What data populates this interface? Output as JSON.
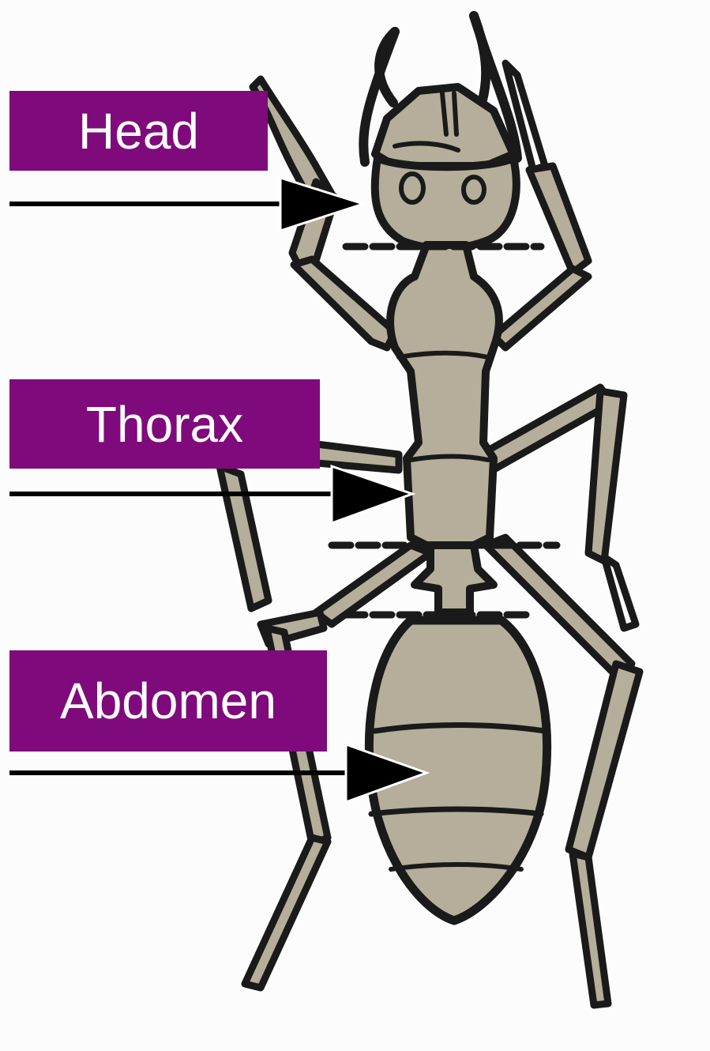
{
  "labels": {
    "head": "Head",
    "thorax": "Thorax",
    "abdomen": "Abdomen"
  },
  "colors": {
    "label_background": "#7f0a7c",
    "label_text": "#ffffff",
    "body_fill": "#b4ae9b",
    "outline": "#1a1a1a",
    "arrow": "#000000",
    "background": "#fcfcfc"
  },
  "icons": [
    "ant-illustration",
    "arrow-icon",
    "segment-divider"
  ]
}
